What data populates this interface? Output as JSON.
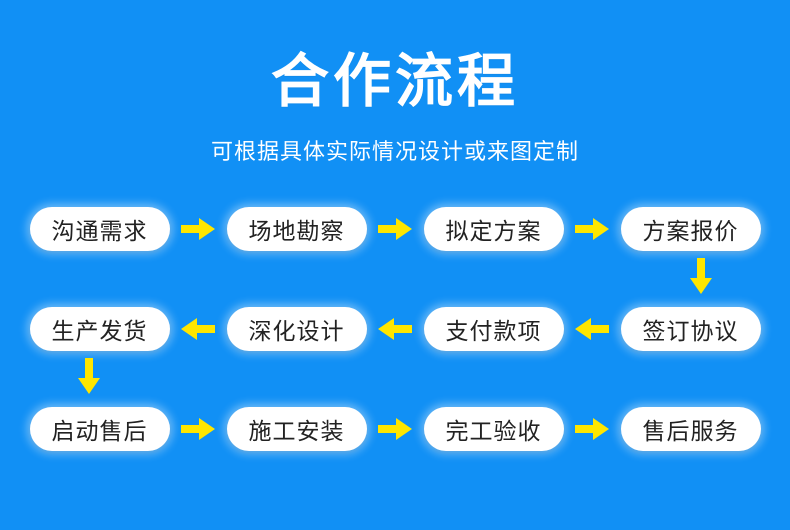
{
  "header": {
    "title": "合作流程",
    "subtitle": "可根据具体实际情况设计或来图定制"
  },
  "colors": {
    "background": "#1190f5",
    "pill_background": "#ffffff",
    "pill_text": "#222222",
    "arrow": "#ffe600",
    "header_text": "#ffffff"
  },
  "flow": {
    "rows": [
      {
        "direction": "right",
        "steps": [
          {
            "label": "沟通需求"
          },
          {
            "label": "场地勘察"
          },
          {
            "label": "拟定方案"
          },
          {
            "label": "方案报价"
          }
        ],
        "arrows": [
          "right-arrow-icon",
          "right-arrow-icon",
          "right-arrow-icon"
        ]
      },
      {
        "direction": "left",
        "steps": [
          {
            "label": "生产发货"
          },
          {
            "label": "深化设计"
          },
          {
            "label": "支付款项"
          },
          {
            "label": "签订协议"
          }
        ],
        "arrows": [
          "left-arrow-icon",
          "left-arrow-icon",
          "left-arrow-icon"
        ]
      },
      {
        "direction": "right",
        "steps": [
          {
            "label": "启动售后"
          },
          {
            "label": "施工安装"
          },
          {
            "label": "完工验收"
          },
          {
            "label": "售后服务"
          }
        ],
        "arrows": [
          "right-arrow-icon",
          "right-arrow-icon",
          "right-arrow-icon"
        ]
      }
    ],
    "connectors": [
      {
        "icon": "down-arrow-icon",
        "from_step": "方案报价",
        "to_step": "签订协议",
        "column": 4
      },
      {
        "icon": "down-arrow-icon",
        "from_step": "生产发货",
        "to_step": "启动售后",
        "column": 1
      }
    ]
  }
}
